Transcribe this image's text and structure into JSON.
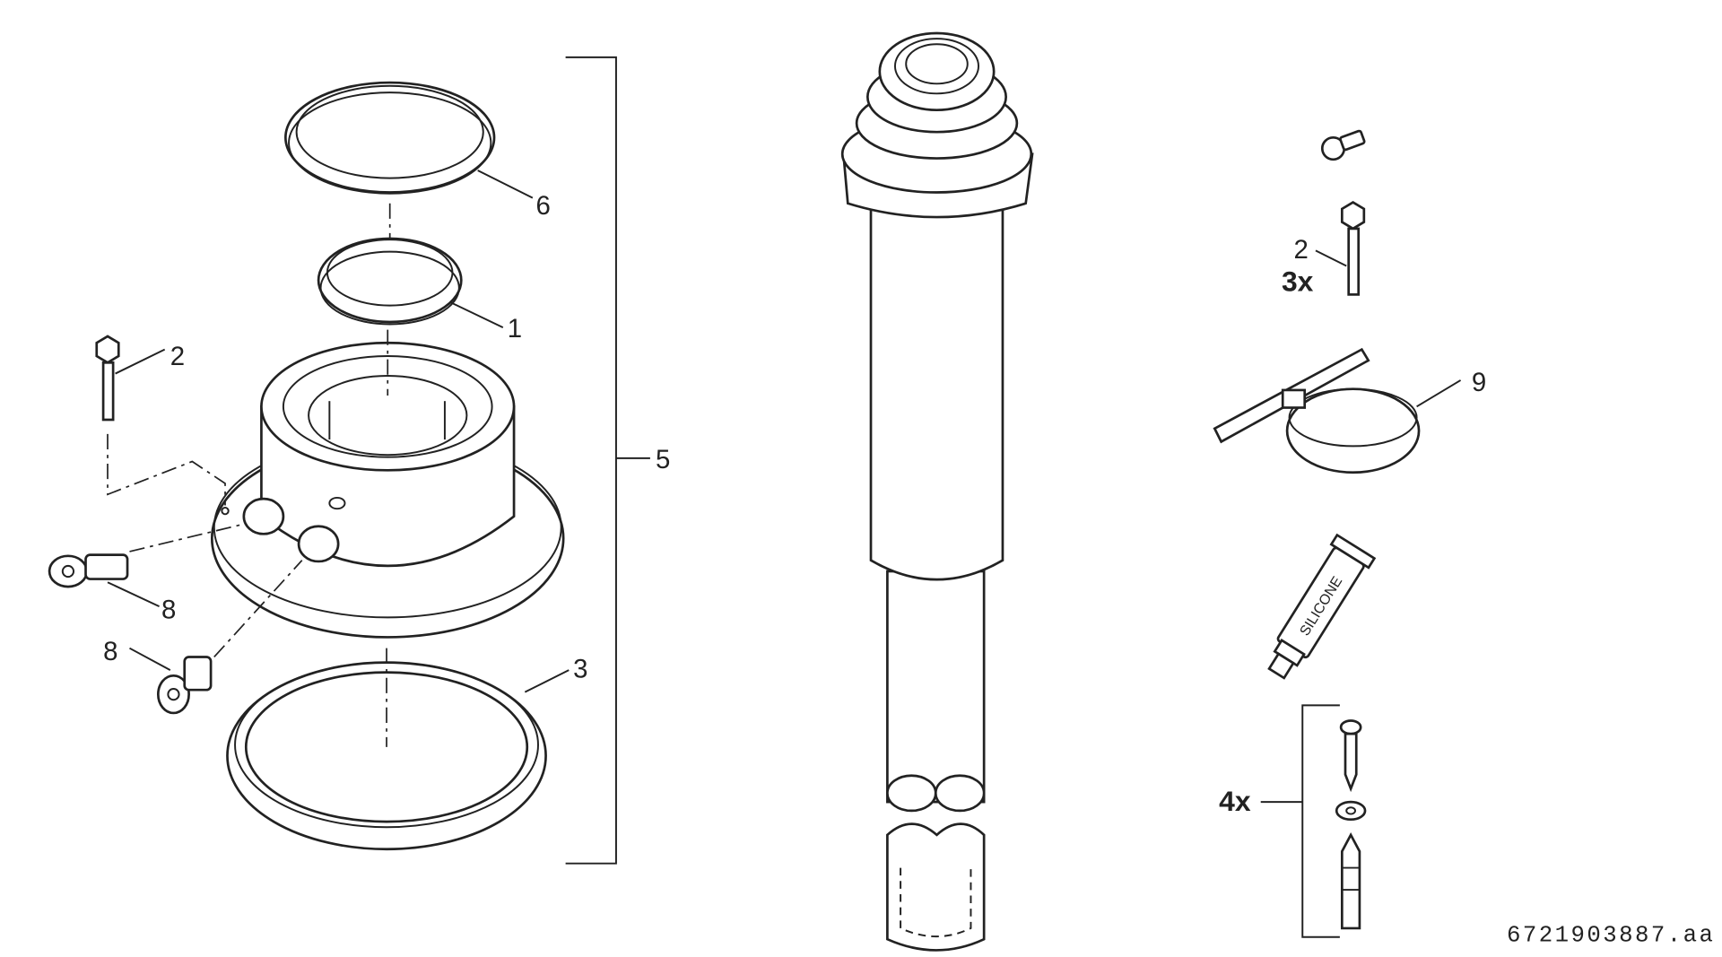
{
  "callouts": {
    "seal_large": "6",
    "seal_small": "1",
    "bolt_left": "2",
    "kit_bracket": "5",
    "test_cap_upper": "8",
    "test_cap_lower": "8",
    "base_seal": "3",
    "bolt_right": "2",
    "bolt_qty": "3x",
    "clamp": "9",
    "fixing_qty": "4x"
  },
  "silicone_label": "SILICONE",
  "figure_id": "6721903887.aa"
}
